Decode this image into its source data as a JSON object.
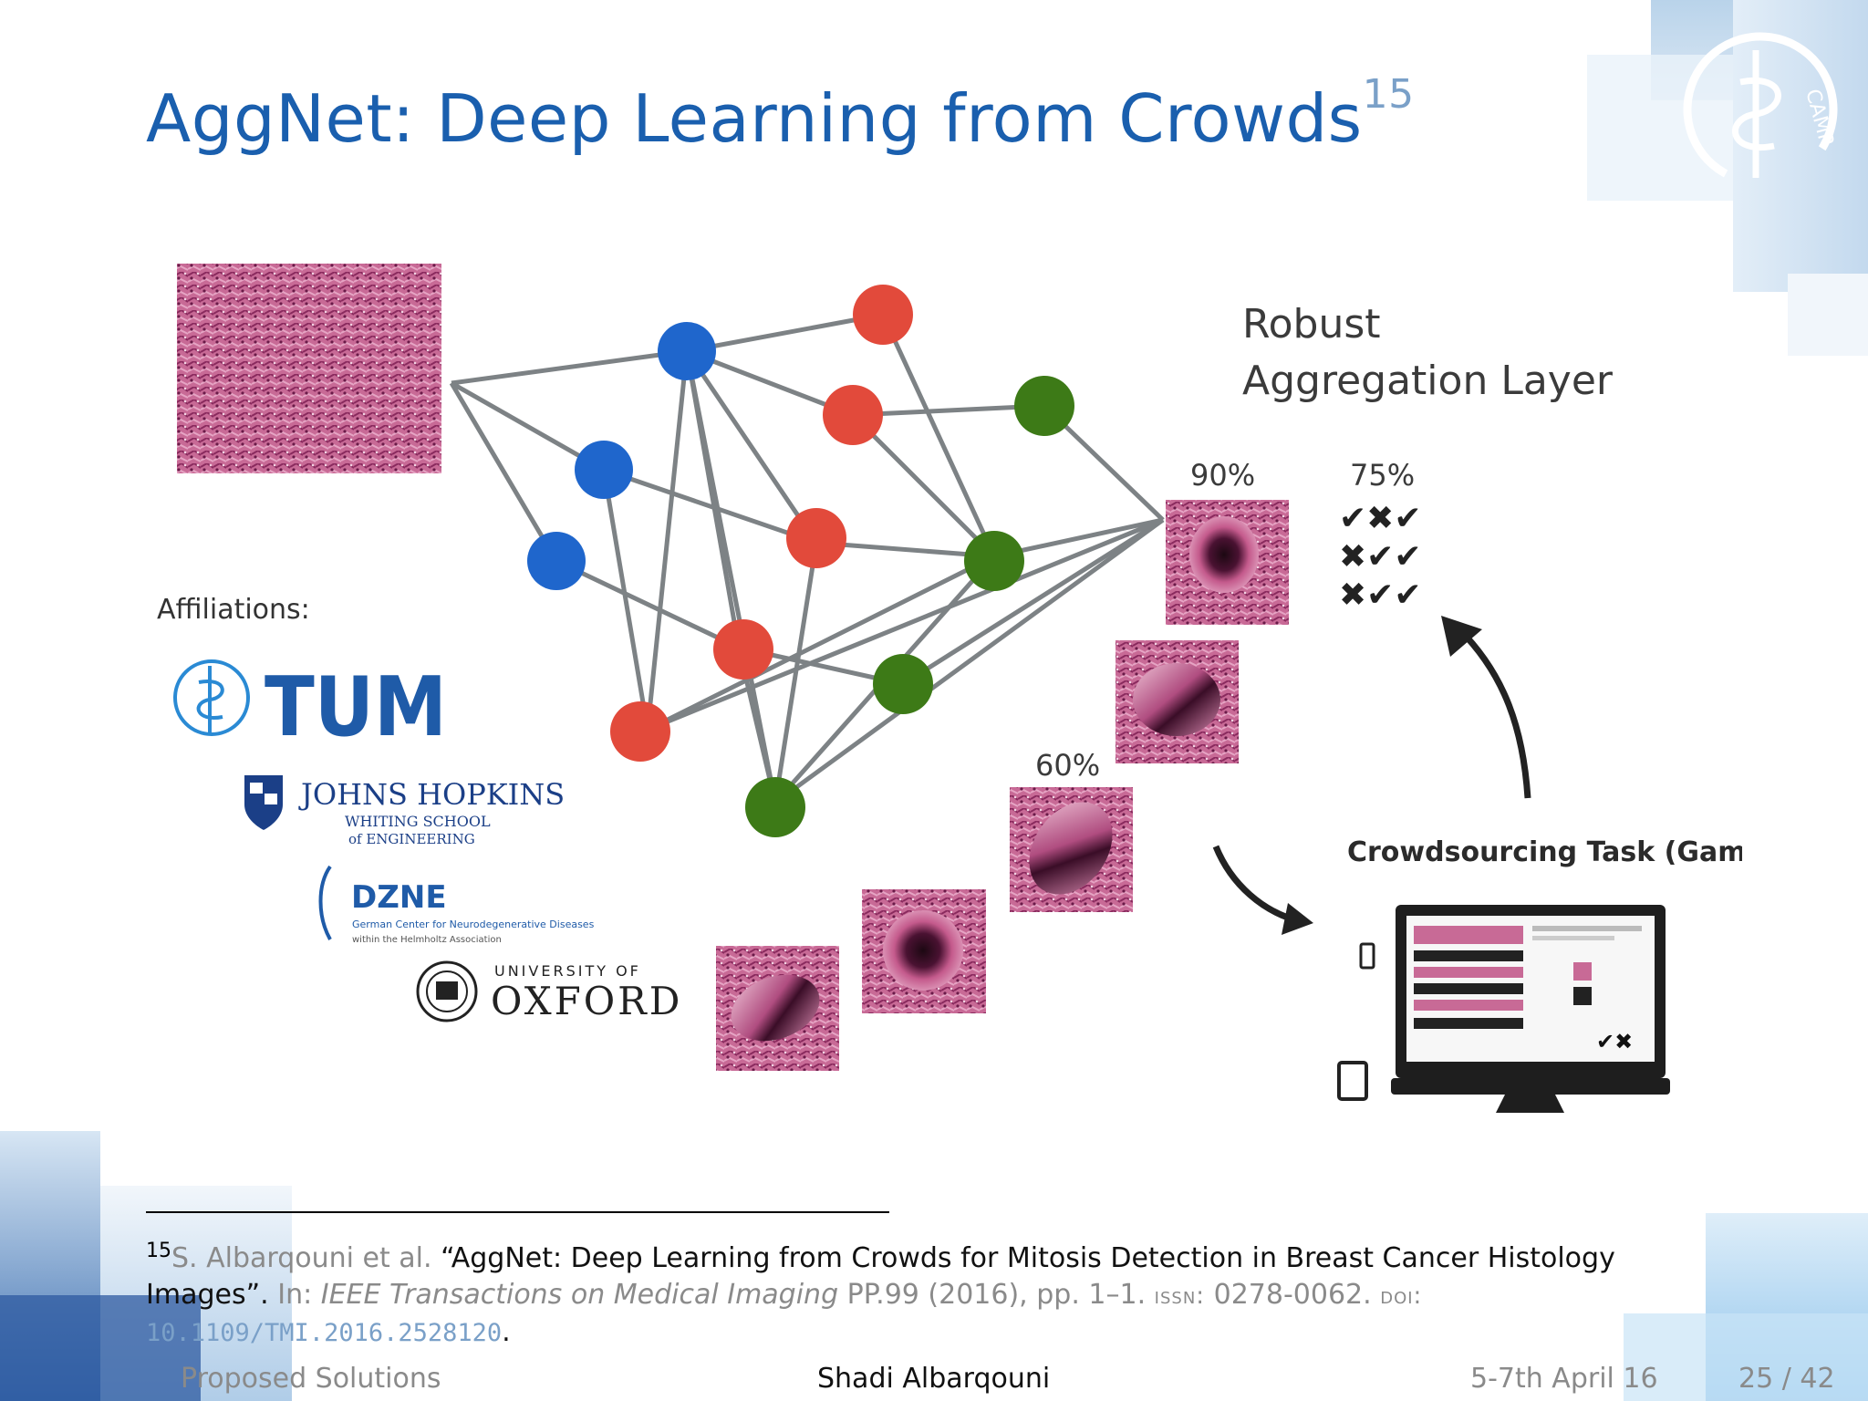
{
  "slide": {
    "title": "AggNet: Deep Learning from Crowds",
    "title_footnote_mark": "15"
  },
  "figure": {
    "layer_label_line1": "Robust",
    "layer_label_line2": "Aggregation Layer",
    "affiliations_label": "Affiliations:",
    "pct_top_left": "90%",
    "pct_top_right": "75%",
    "pct_middle": "60%",
    "task_label": "Crowdsourcing Task (Game)",
    "tum_text": "TUM",
    "jh_line1": "JOHNS HOPKINS",
    "jh_line2": "WHITING SCHOOL",
    "jh_line3": "of ENGINEERING",
    "dzne_name": "DZNE",
    "dzne_line1": "German Center for Neurodegenerative Diseases",
    "dzne_line2": "within the Helmholtz Association",
    "oxford_line1": "UNIVERSITY OF",
    "oxford_line2": "OXFORD",
    "camp_text": "CAMP"
  },
  "footnote": {
    "number": "15",
    "authors": "S. Albarqouni et al.",
    "paper_title": "“AggNet: Deep Learning from Crowds for Mitosis Detection in Breast Cancer Histology Images”.",
    "in_label": "In:",
    "journal": "IEEE Transactions on Medical Imaging",
    "details": "PP.99 (2016), pp. 1–1.",
    "issn_label": "issn:",
    "issn": "0278-0062.",
    "doi_label": "doi:",
    "doi": "10.1109/TMI.2016.2528120",
    "period": "."
  },
  "footer": {
    "section": "Proposed Solutions",
    "author": "Shadi Albarqouni",
    "date": "5-7th April 16",
    "page": "25 / 42"
  },
  "colors": {
    "title": "#1a5fae",
    "node_blue": "#1f66cc",
    "node_red": "#e24a3b",
    "node_green": "#3d7a17",
    "edge": "#7d8285"
  }
}
